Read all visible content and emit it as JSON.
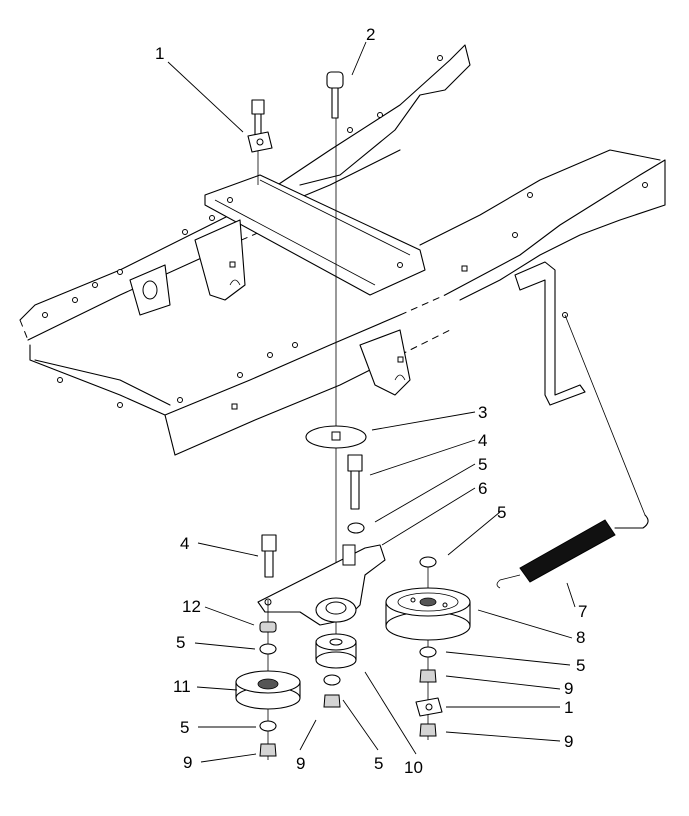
{
  "callouts": [
    {
      "id": "c1a",
      "text": "1"
    },
    {
      "id": "c2",
      "text": "2"
    },
    {
      "id": "c3",
      "text": "3"
    },
    {
      "id": "c4a",
      "text": "4"
    },
    {
      "id": "c5a",
      "text": "5"
    },
    {
      "id": "c6",
      "text": "6"
    },
    {
      "id": "c4b",
      "text": "4"
    },
    {
      "id": "c5b",
      "text": "5"
    },
    {
      "id": "c12",
      "text": "12"
    },
    {
      "id": "c7",
      "text": "7"
    },
    {
      "id": "c5c",
      "text": "5"
    },
    {
      "id": "c8",
      "text": "8"
    },
    {
      "id": "c11",
      "text": "11"
    },
    {
      "id": "c5d",
      "text": "5"
    },
    {
      "id": "c9a",
      "text": "9"
    },
    {
      "id": "c1b",
      "text": "1"
    },
    {
      "id": "c5e",
      "text": "5"
    },
    {
      "id": "c9b",
      "text": "9"
    },
    {
      "id": "c9c",
      "text": "9"
    },
    {
      "id": "c9d",
      "text": "9"
    },
    {
      "id": "c5f",
      "text": "5"
    },
    {
      "id": "c10",
      "text": "10"
    }
  ]
}
